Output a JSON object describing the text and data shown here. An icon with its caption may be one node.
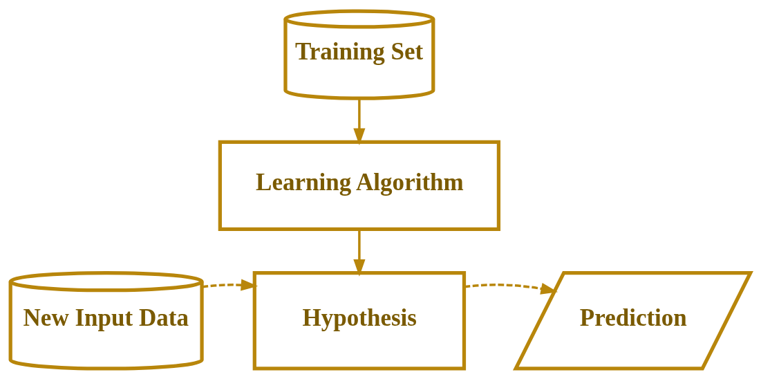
{
  "diagram": {
    "nodes": [
      {
        "text": [
          "Training Set"
        ]
      },
      {
        "text": [
          "Learning Algorithm"
        ]
      },
      {
        "text": [
          "New Input Data"
        ]
      },
      {
        "text": [
          "Hypothesis"
        ]
      },
      {
        "text": [
          "Prediction"
        ]
      }
    ],
    "edges": [
      {
        "from": 0,
        "to": 1,
        "arrow": "to"
      },
      {
        "from": 1,
        "to": 3,
        "arrow": "to"
      },
      {
        "from": 2,
        "to": 3,
        "arrow": "to",
        "style": "dashed"
      },
      {
        "from": 3,
        "to": 4,
        "arrow": "to",
        "style": "dashed"
      }
    ]
  }
}
